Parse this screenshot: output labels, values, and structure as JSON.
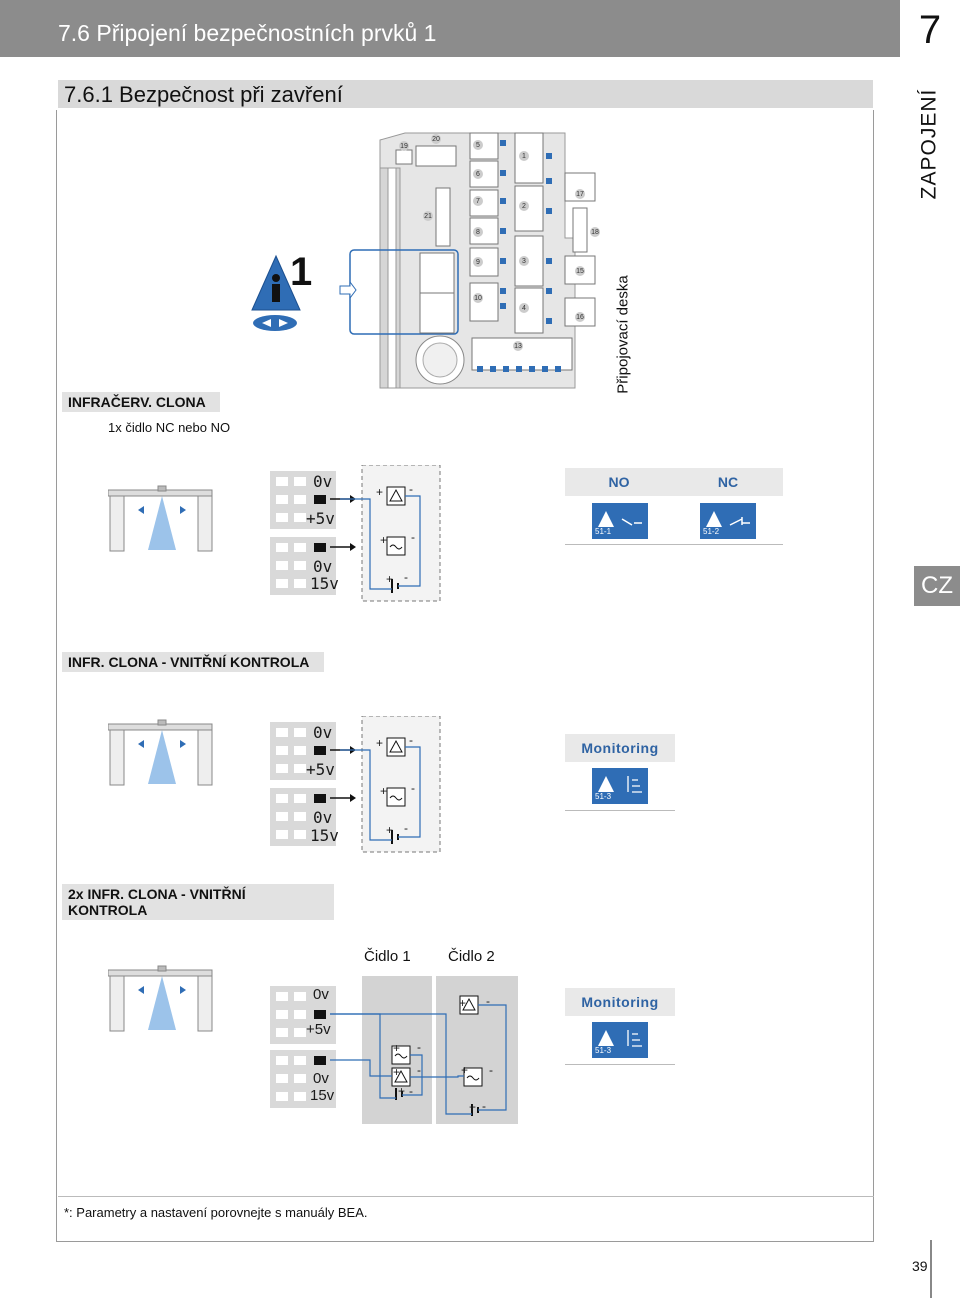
{
  "header": {
    "title": "7.6 Připojení bezpečnostních prvků 1",
    "chapter": "7"
  },
  "subheader": {
    "title": "7.6.1 Bezpečnost při zavření"
  },
  "side_tab": {
    "label": "ZAPOJENÍ"
  },
  "language_tab": {
    "label": "CZ"
  },
  "board": {
    "label": "Připojovací deska",
    "warning_number": "1",
    "terminals": [
      "19",
      "20",
      "5",
      "1",
      "6",
      "17",
      "21",
      "7",
      "2",
      "18",
      "8",
      "9",
      "3",
      "15",
      "10",
      "4",
      "16",
      "13"
    ]
  },
  "section1": {
    "title": "INFRAČERV. CLONA",
    "subtitle": "1x čidlo NC nebo NO",
    "col_no": "NO",
    "col_nc": "NC",
    "badge_no": "51-1",
    "badge_nc": "51-2"
  },
  "section2": {
    "title": "INFR. CLONA - VNITŘNÍ KONTROLA",
    "monitoring": "Monitoring",
    "badge": "51-3"
  },
  "section3": {
    "title": "2x INFR. CLONA - VNITŘNÍ KONTROLA",
    "sensor1": "Čidlo 1",
    "sensor2": "Čidlo 2",
    "monitoring": "Monitoring",
    "badge": "51-3"
  },
  "terminal_labels": {
    "zero_v": "0v",
    "plus5v": "+5v",
    "v15": "15v",
    "plus": "+",
    "minus": "-"
  },
  "colors": {
    "accent_blue": "#2f6db5",
    "header_gray": "#8c8c8c",
    "light_gray": "#e2e2e2"
  },
  "footnote": "*: Parametry a nastavení porovnejte s manuály BEA.",
  "page_number": "39"
}
